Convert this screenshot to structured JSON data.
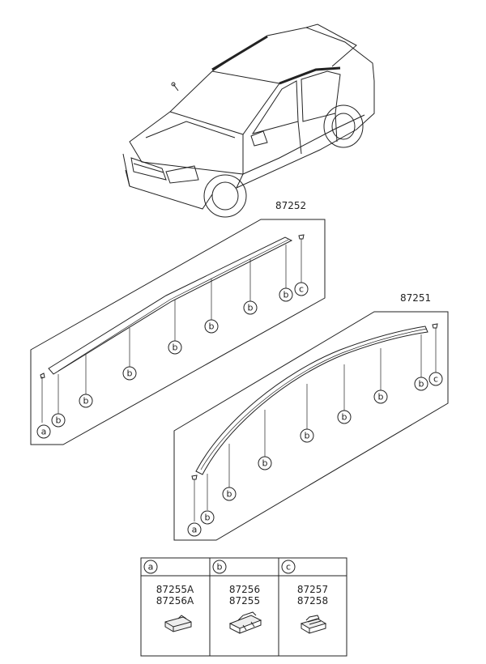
{
  "assemblies": {
    "upper": {
      "part_number": "87252"
    },
    "lower": {
      "part_number": "87251"
    }
  },
  "callout_letters": {
    "a": "a",
    "b": "b",
    "c": "c"
  },
  "parts_table": {
    "columns": [
      {
        "letter": "a",
        "part_numbers": [
          "87255A",
          "87256A"
        ]
      },
      {
        "letter": "b",
        "part_numbers": [
          "87256",
          "87255"
        ]
      },
      {
        "letter": "c",
        "part_numbers": [
          "87257",
          "87258"
        ]
      }
    ]
  }
}
